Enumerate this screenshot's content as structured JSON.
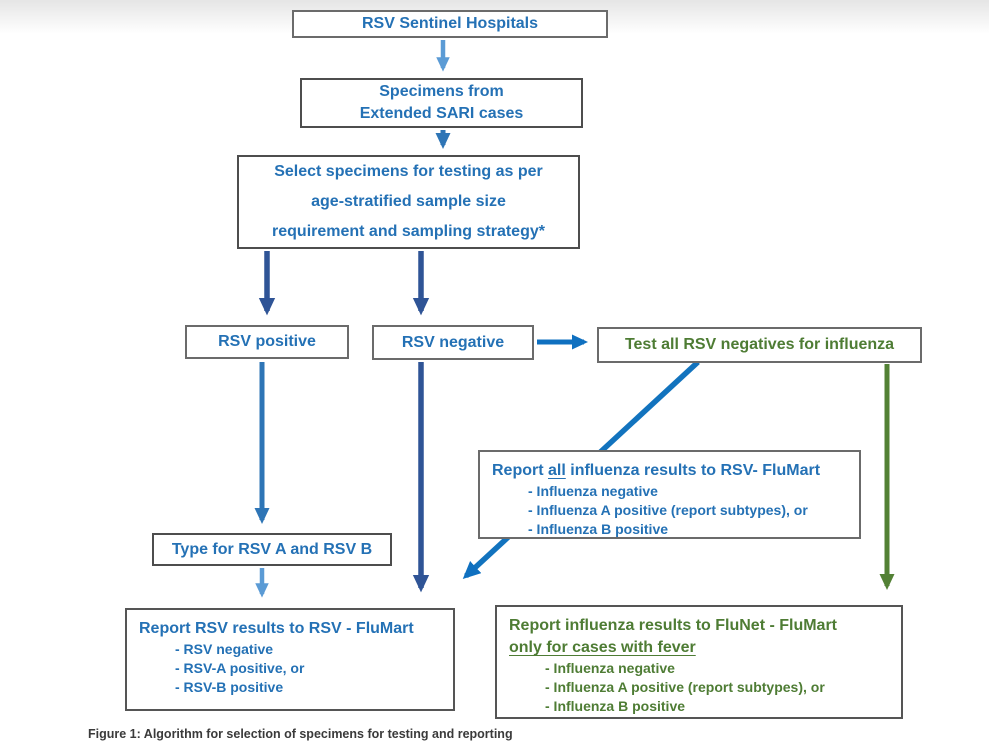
{
  "figure": {
    "caption": "Figure 1: Algorithm for selection of specimens for testing and reporting"
  },
  "colors": {
    "box_text_blue": "#2471b5",
    "box_text_green": "#4e7c34",
    "arrow_navy": "#2f5496",
    "arrow_medium_blue": "#2e75b6",
    "arrow_bright_blue": "#0f70c0",
    "arrow_light_blue": "#5b9bd5",
    "arrow_green": "#538135",
    "box_border_gray": "#6b6b6b"
  },
  "nodes": {
    "sentinel": {
      "label": "RSV Sentinel Hospitals"
    },
    "specimens": {
      "line1": "Specimens from",
      "line2": "Extended SARI cases"
    },
    "select": {
      "line1": "Select specimens for testing as per",
      "line2": "age-stratified sample size",
      "line3": "requirement and sampling strategy*"
    },
    "rsv_positive": {
      "label": "RSV positive"
    },
    "rsv_negative": {
      "label": "RSV negative"
    },
    "test_negatives": {
      "label": "Test all RSV negatives for influenza"
    },
    "report_influenza_flumart": {
      "title_prefix": "Report ",
      "title_underline": "all",
      "title_suffix": " influenza results to RSV- FluMart",
      "items": [
        "- Influenza negative",
        "- Influenza A positive (report subtypes), or",
        "- Influenza B positive"
      ]
    },
    "type_rsv": {
      "label": "Type for RSV A and RSV B"
    },
    "report_rsv": {
      "title": "Report RSV results to RSV - FluMart",
      "items": [
        "- RSV negative",
        "- RSV-A positive, or",
        "- RSV-B positive"
      ]
    },
    "report_flunet": {
      "title_line1": "Report influenza results to FluNet - FluMart",
      "title_line2": "only for cases with fever",
      "items": [
        "- Influenza negative",
        "- Influenza A positive (report subtypes), or",
        "- Influenza B positive"
      ]
    }
  }
}
